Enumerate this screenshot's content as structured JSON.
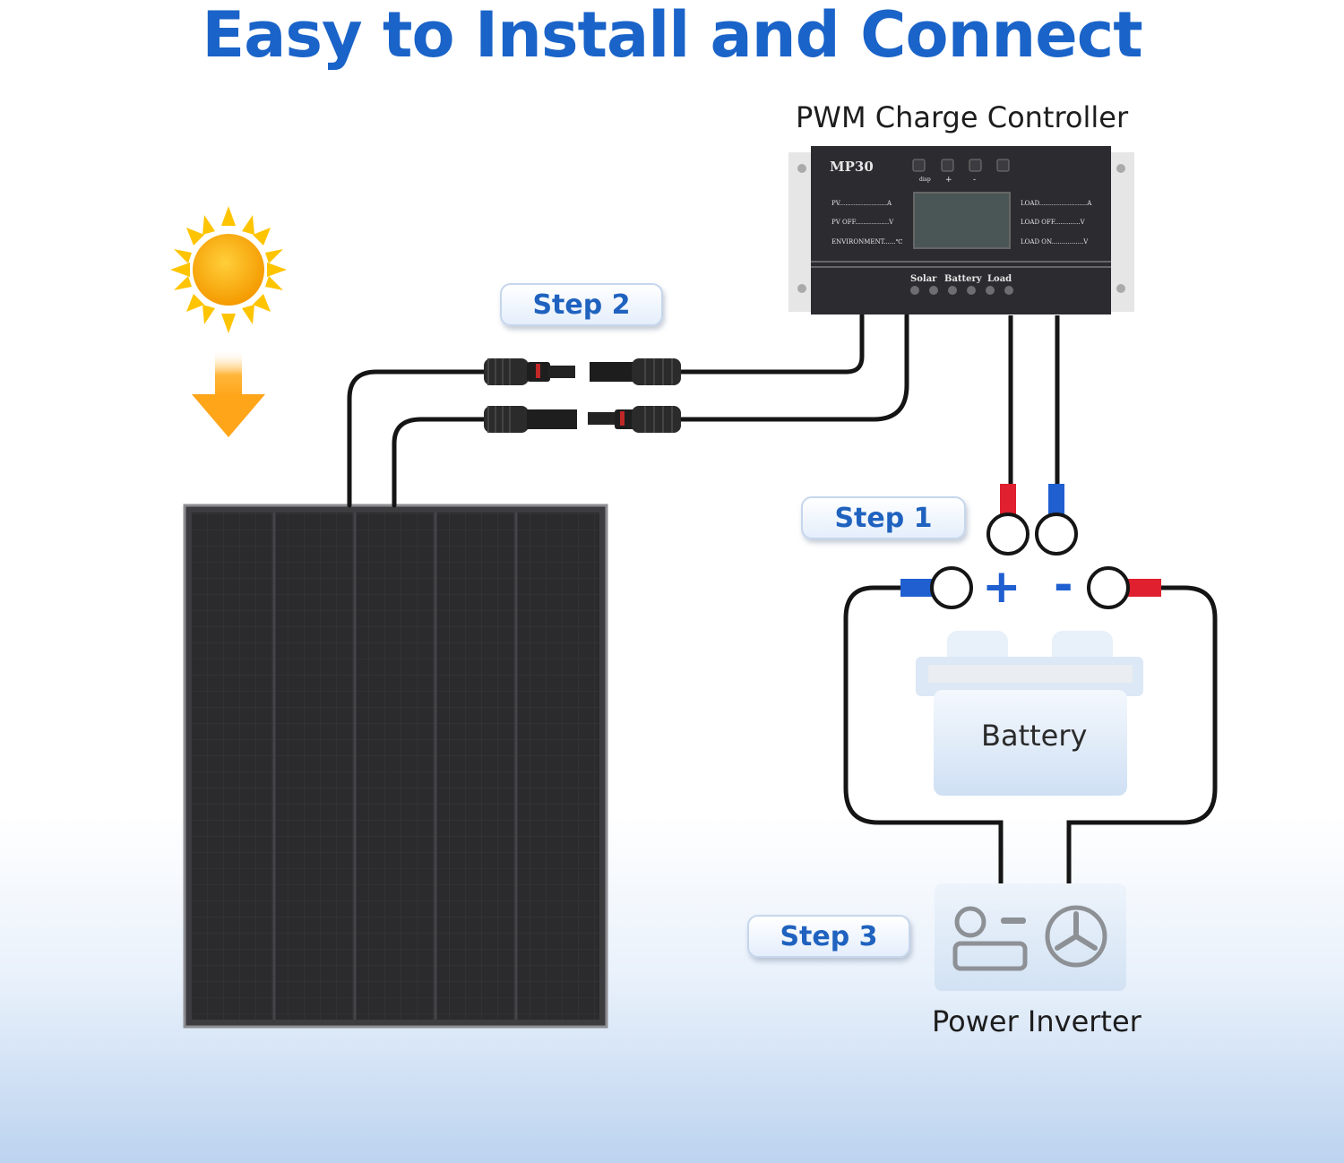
{
  "headline": "Easy to Install and Connect",
  "controller": {
    "caption": "PWM Charge Controller",
    "model": "MP30",
    "left_rows": [
      "PV........................A",
      "PV OFF.................V",
      "ENVIRONMENT......℃"
    ],
    "right_rows": [
      "LOAD........................A",
      "LOAD OFF.............V",
      "LOAD ON................V"
    ],
    "port_labels": [
      "Solar",
      "Battery",
      "Load"
    ],
    "button_marks": [
      "disp",
      "+",
      "-"
    ]
  },
  "steps": [
    "Step 1",
    "Step 2",
    "Step 3"
  ],
  "polarity": {
    "plus": "+",
    "minus": "-"
  },
  "battery_label": "Battery",
  "inverter_label": "Power Inverter",
  "colors": {
    "title_blue": "#1a63c8",
    "positive_red": "#e0202e",
    "negative_blue": "#1f5fd0",
    "sun_yellow": "#ffb300",
    "arrow_orange": "#ffab1f",
    "panel_black": "#2a2a2c"
  }
}
